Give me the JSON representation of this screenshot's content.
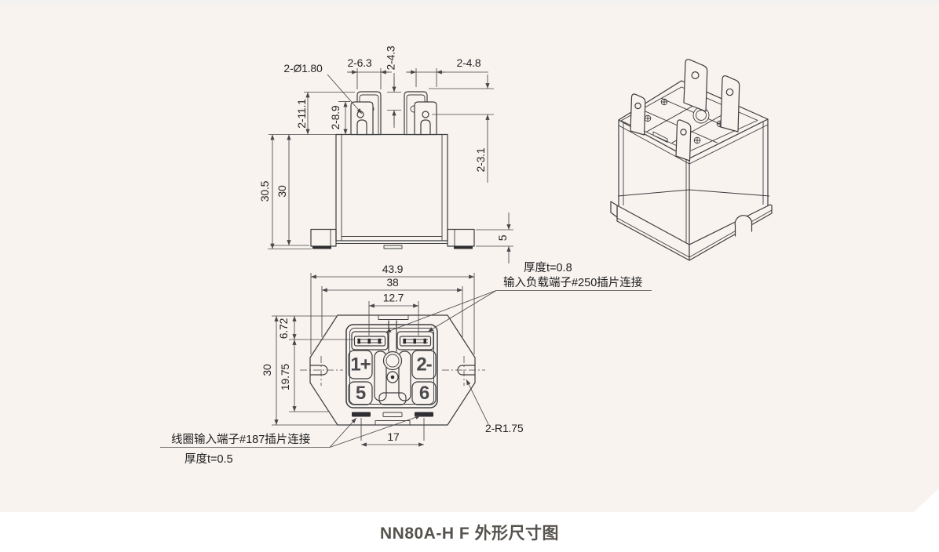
{
  "caption": "NN80A-H F 外形尺寸图",
  "colors": {
    "page_bg": "#ffffff",
    "card_bg": "#f8f3ee",
    "line": "#3c3c40",
    "text": "#232327",
    "caption_text": "#56524d",
    "slot_fill": "#2e2e32"
  },
  "front_view": {
    "dims": {
      "hole": "2-Ø1.80",
      "blade_width_left": "2-6.3",
      "blade_gap": "2-4.3",
      "blade_width_right": "2-4.8",
      "blade_height_outer": "2-11.1",
      "blade_height_inner": "2-8.9",
      "hole_offset": "2-3.1",
      "height_total": "30.5",
      "height_body": "30",
      "flange_height": "5"
    }
  },
  "bottom_view": {
    "dims": {
      "width_total": "43.9",
      "width_mount": "38",
      "load_pitch": "12.7",
      "load_offset": "6.72",
      "coil_offset": "19.75",
      "depth": "30",
      "coil_pitch": "17",
      "mount_radius": "2-R1.75"
    },
    "terminals": {
      "t1": "1+",
      "t2": "2-",
      "t5": "5",
      "t6": "6"
    }
  },
  "callouts": {
    "load_thickness": "厚度t=0.8",
    "load_terminal": "输入负载端子#250插片连接",
    "coil_terminal": "线圈输入端子#187插片连接",
    "coil_thickness": "厚度t=0.5"
  }
}
